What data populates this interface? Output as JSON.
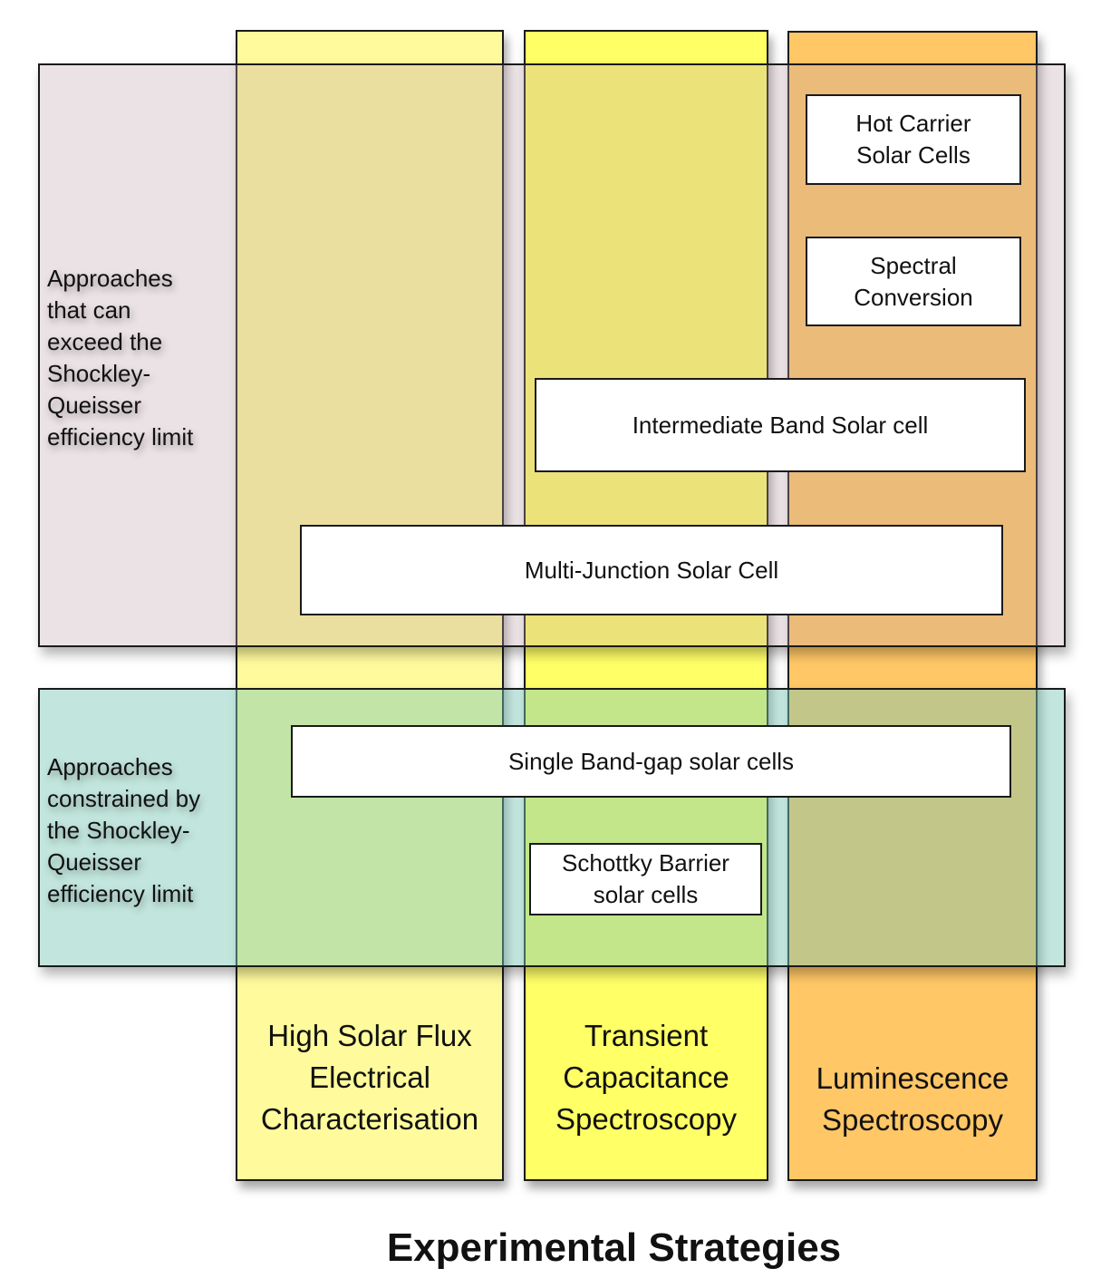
{
  "title": "Experimental Strategies",
  "columns": [
    {
      "label": "High Solar Flux Electrical Characterisation",
      "lines": [
        "High Solar Flux",
        "Electrical",
        "Characterisation"
      ],
      "color": "#FFFB9C"
    },
    {
      "label": "Transient Capacitance Spectroscopy",
      "lines": [
        "Transient",
        "Capacitance",
        "Spectroscopy"
      ],
      "color": "#FFFF66"
    },
    {
      "label": "Luminescence Spectroscopy",
      "lines": [
        "Luminescence",
        "Spectroscopy"
      ],
      "color": "#FFC766"
    }
  ],
  "bands": {
    "top": {
      "lines": [
        "Approaches",
        "that can",
        "exceed the",
        "Shockley-",
        "Queisser",
        "efficiency limit"
      ],
      "color": "#E8DCDC"
    },
    "bottom": {
      "lines": [
        "Approaches",
        "constrained by",
        "the Shockley-",
        "Queisser",
        "efficiency limit"
      ],
      "color": "#BEDFD5"
    }
  },
  "boxes": {
    "hot_carrier": [
      "Hot Carrier",
      "Solar Cells"
    ],
    "spectral_conversion": [
      "Spectral",
      "Conversion"
    ],
    "intermediate_band": "Intermediate Band Solar cell",
    "multi_junction": "Multi-Junction Solar Cell",
    "single_bandgap": "Single Band-gap solar cells",
    "schottky": [
      "Schottky Barrier",
      "solar cells"
    ]
  }
}
